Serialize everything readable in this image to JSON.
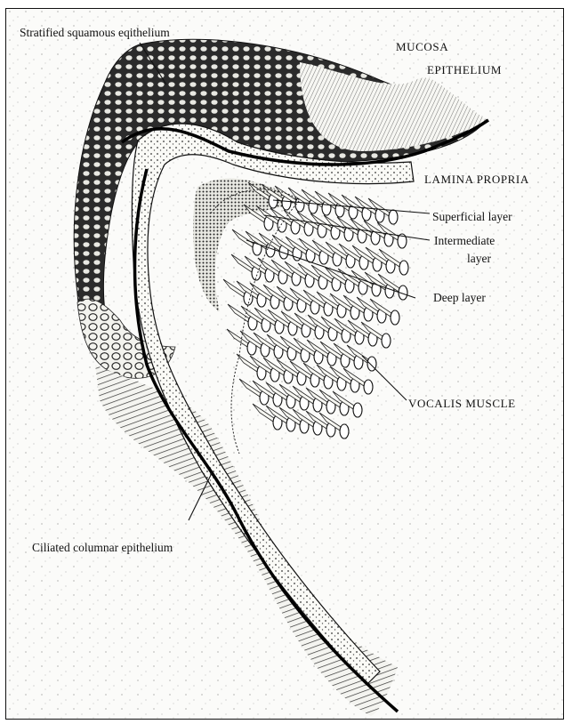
{
  "labels": {
    "stratified": "Stratified squamous eqithelium",
    "mucosa": "MUCOSA",
    "epithelium": "EPITHELIUM",
    "lamina_propria": "LAMINA PROPRIA",
    "superficial": "Superficial layer",
    "intermediate_1": "Intermediate",
    "intermediate_2": "layer",
    "deep": "Deep layer",
    "vocalis": "VOCALIS MUSCLE",
    "ciliated": "Ciliated columnar epithelium"
  }
}
